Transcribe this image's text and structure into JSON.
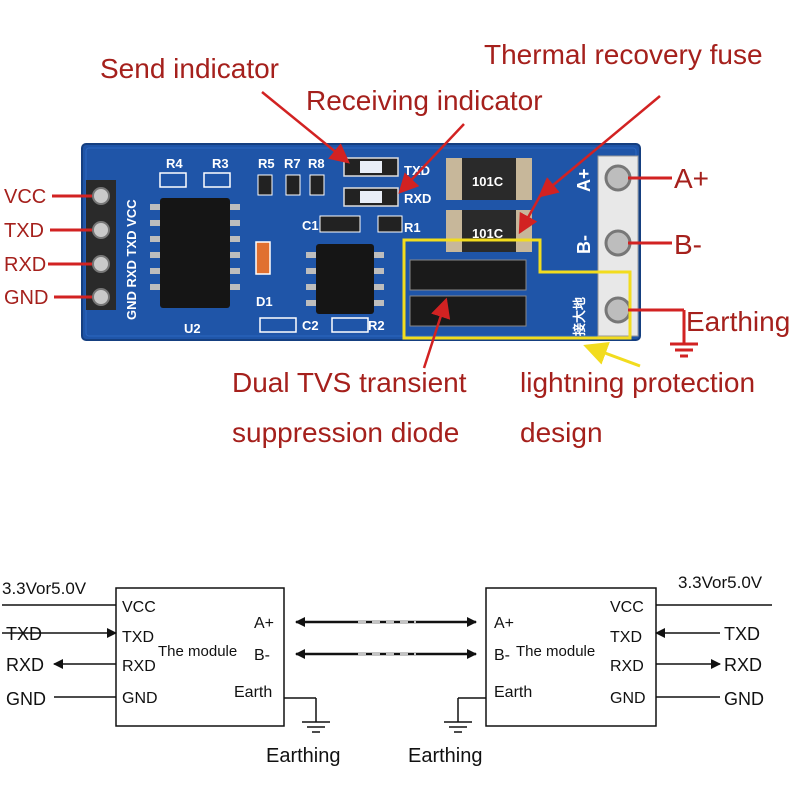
{
  "callouts": {
    "send_indicator": "Send indicator",
    "receiving_indicator": "Receiving indicator",
    "thermal_fuse": "Thermal recovery fuse",
    "tvs_line1": "Dual TVS transient",
    "tvs_line2": "suppression diode",
    "lightning_line1": "lightning protection",
    "lightning_line2": "design"
  },
  "pins_left": [
    "VCC",
    "TXD",
    "RXD",
    "GND"
  ],
  "pins_right": [
    "A+",
    "B-",
    "Earthing"
  ],
  "board_silk": {
    "header_vertical": "GND RXD TXD VCC",
    "r4": "R4",
    "r3": "R3",
    "r5": "R5",
    "r7": "R7",
    "r8": "R8",
    "txd": "TXD",
    "rxd": "RXD",
    "c1": "C1",
    "r1": "R1",
    "d1": "D1",
    "u2": "U2",
    "c2": "C2",
    "r2": "R2",
    "fuse1": "101C",
    "fuse2": "101C",
    "term_a": "A+",
    "term_b": "B-",
    "term_gnd": "接大地"
  },
  "schematic": {
    "left_module": {
      "supply": "3.3Vor5.0V",
      "ext_txd": "TXD",
      "ext_rxd": "RXD",
      "ext_gnd": "GND",
      "vcc": "VCC",
      "txd": "TXD",
      "rxd": "RXD",
      "gnd": "GND",
      "name": "The module",
      "a": "A+",
      "b": "B-",
      "earth": "Earth",
      "earthing": "Earthing"
    },
    "right_module": {
      "supply": "3.3Vor5.0V",
      "ext_txd": "TXD",
      "ext_rxd": "RXD",
      "ext_gnd": "GND",
      "vcc": "VCC",
      "txd": "TXD",
      "rxd": "RXD",
      "gnd": "GND",
      "name": "The module",
      "a": "A+",
      "b": "B-",
      "earth": "Earth",
      "earthing": "Earthing"
    }
  },
  "colors": {
    "callout_text": "#a5201c",
    "callout_line": "#d22222",
    "pcb": "#1f55a8",
    "highlight_box": "#f2dc1e",
    "schematic": "#111111"
  }
}
